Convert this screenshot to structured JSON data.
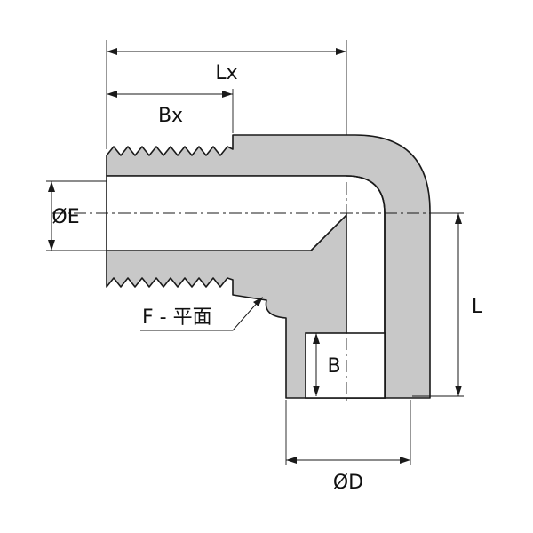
{
  "labels": {
    "lx": "Lx",
    "bx": "Bx",
    "e": "ØE",
    "l": "L",
    "b": "B",
    "d": "ØD",
    "f": "F - 平面"
  },
  "colors": {
    "body_fill": "#c8c8c8",
    "outline": "#1a1a1a"
  }
}
